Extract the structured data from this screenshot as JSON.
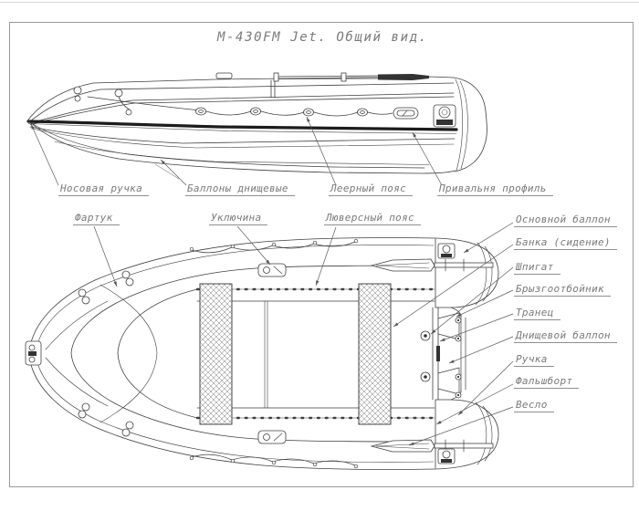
{
  "title": "М-430FM Jet. Общий вид.",
  "colors": {
    "line": "#3f3f3f",
    "dark_line": "#1c1c1c",
    "text": "#7a7a7a",
    "frame": "#9a9a9a",
    "background": "#ffffff"
  },
  "callouts": {
    "bow_handle": "Носовая ручка",
    "bottom_tubes": "Баллоны днищевые",
    "lifeline_belt": "Леерный пояс",
    "rub_strake": "Привальня профиль",
    "apron": "Фартук",
    "oarlock": "Уключина",
    "grommet_belt": "Люверсный пояс",
    "main_tube": "Основной баллон",
    "seat": "Банка (сидение)",
    "scupper": "Шпигат",
    "spray_deflector": "Брызгоотбойник",
    "transom": "Транец",
    "bottom_tube": "Днищевой баллон",
    "handle": "Ручка",
    "bulwark": "Фальшборт",
    "oar": "Весло"
  }
}
